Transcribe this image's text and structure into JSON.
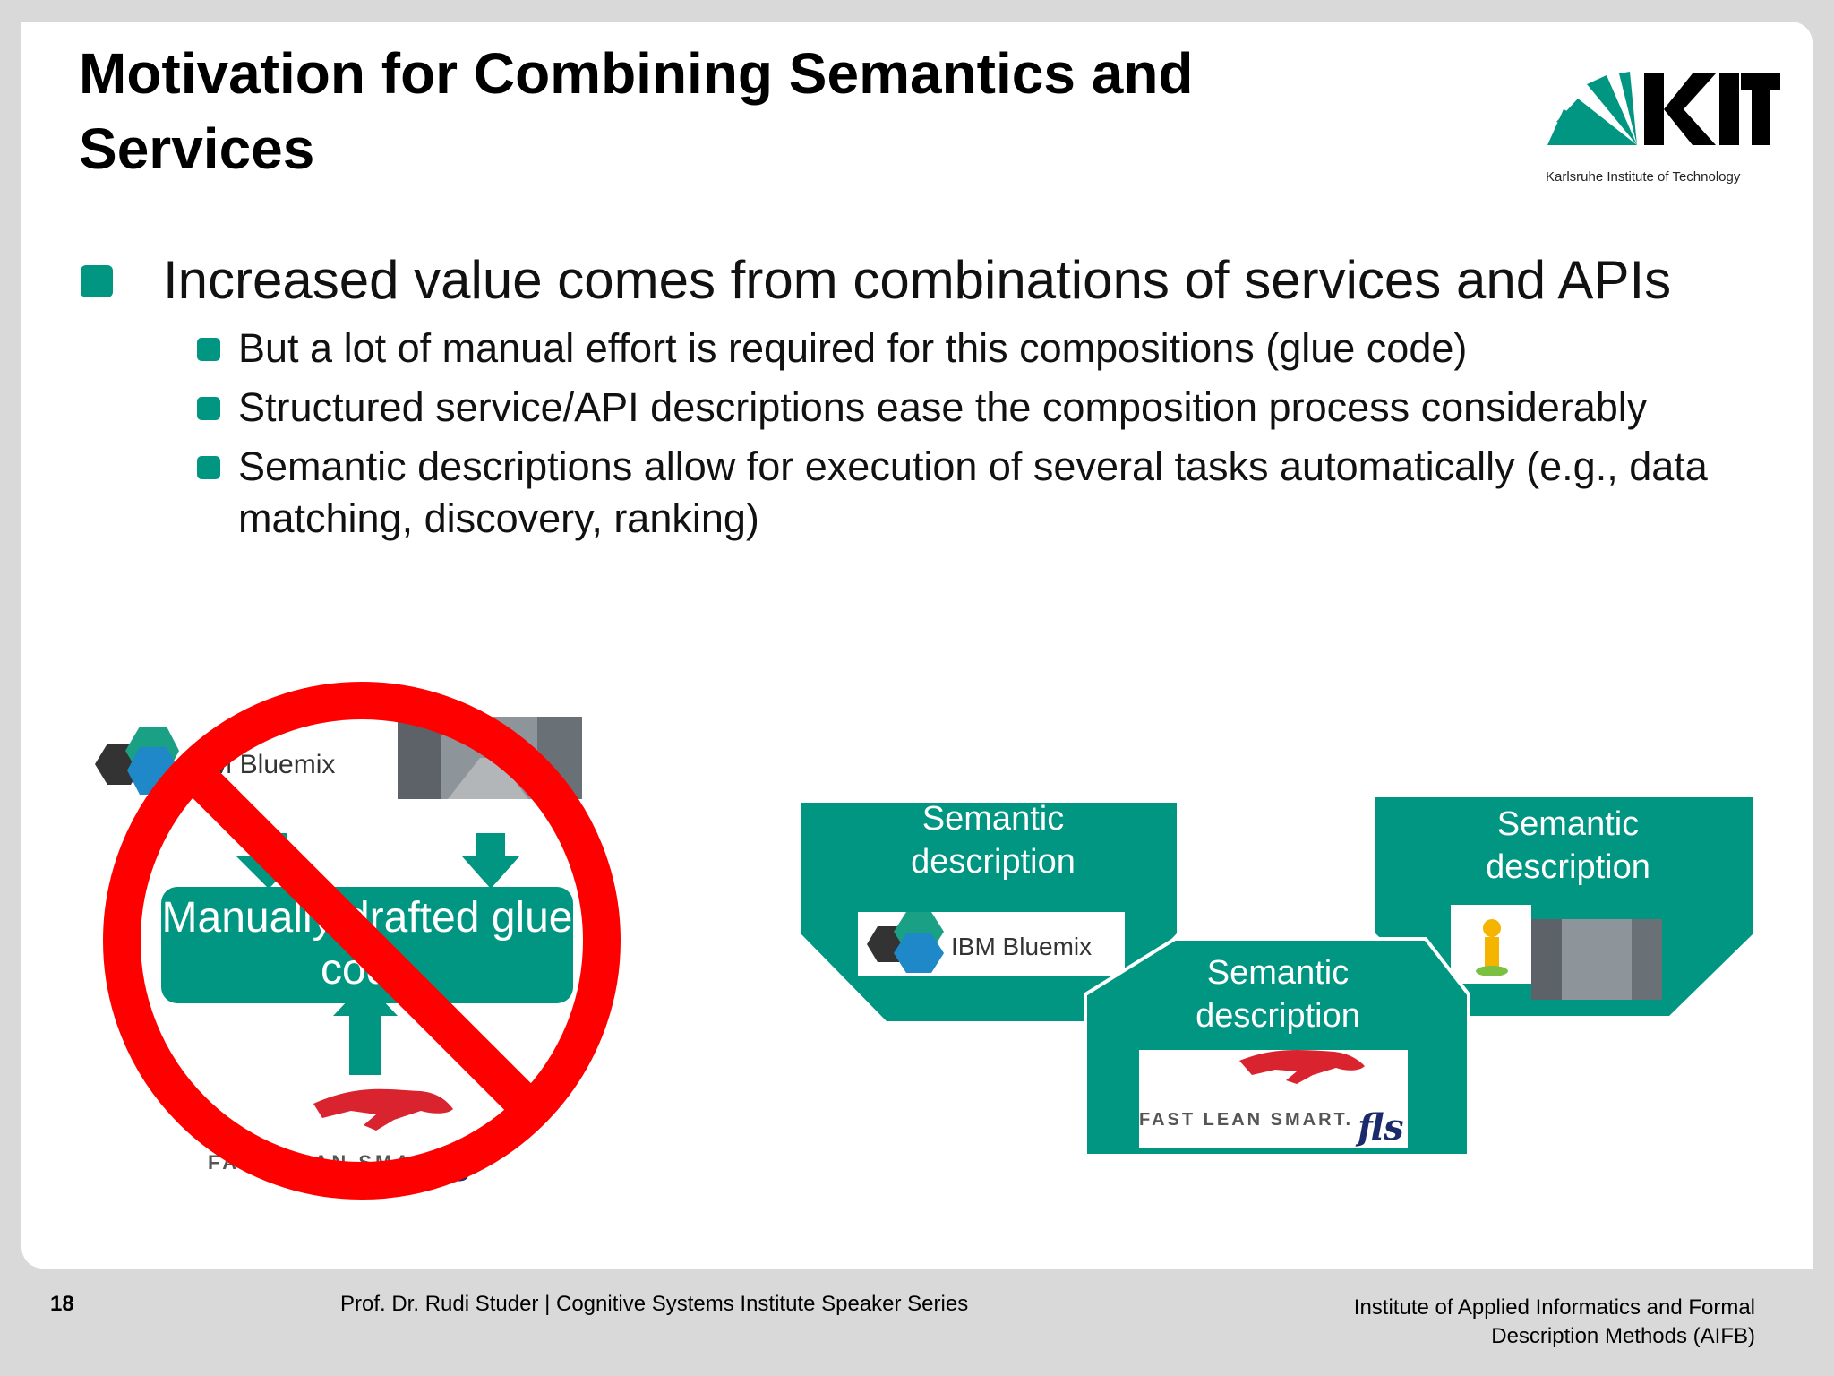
{
  "title": "Motivation for Combining Semantics and Services",
  "logo": {
    "name": "KIT",
    "subtitle": "Karlsruhe Institute of Technology",
    "color": "#009682"
  },
  "bullets": {
    "main": "Increased value comes from combinations of services and APIs",
    "subs": [
      "But a lot of manual effort is required for this compositions (glue code)",
      "Structured service/API descriptions ease the composition process considerably",
      "Semantic descriptions allow for execution of several tasks automatically (e.g., data matching, discovery, ranking)"
    ]
  },
  "diagram": {
    "left": {
      "box_label": "Manually drafted glue code",
      "ibm_label": "IBM Bluemix",
      "fls_label": "FAST LEAN SMART.",
      "fls_mark": "fls",
      "prohibited": true
    },
    "right": {
      "semantic_label": "Semantic description",
      "ibm_label": "IBM Bluemix",
      "fls_label": "FAST LEAN SMART.",
      "fls_mark": "fls"
    }
  },
  "footer": {
    "page": "18",
    "presenter": "Prof. Dr. Rudi Studer |  Cognitive Systems Institute Speaker Series",
    "institute_line1": "Institute of Applied Informatics and Formal",
    "institute_line2": "Description Methods (AIFB)"
  },
  "colors": {
    "accent": "#009682",
    "prohibition": "#ff0000"
  }
}
